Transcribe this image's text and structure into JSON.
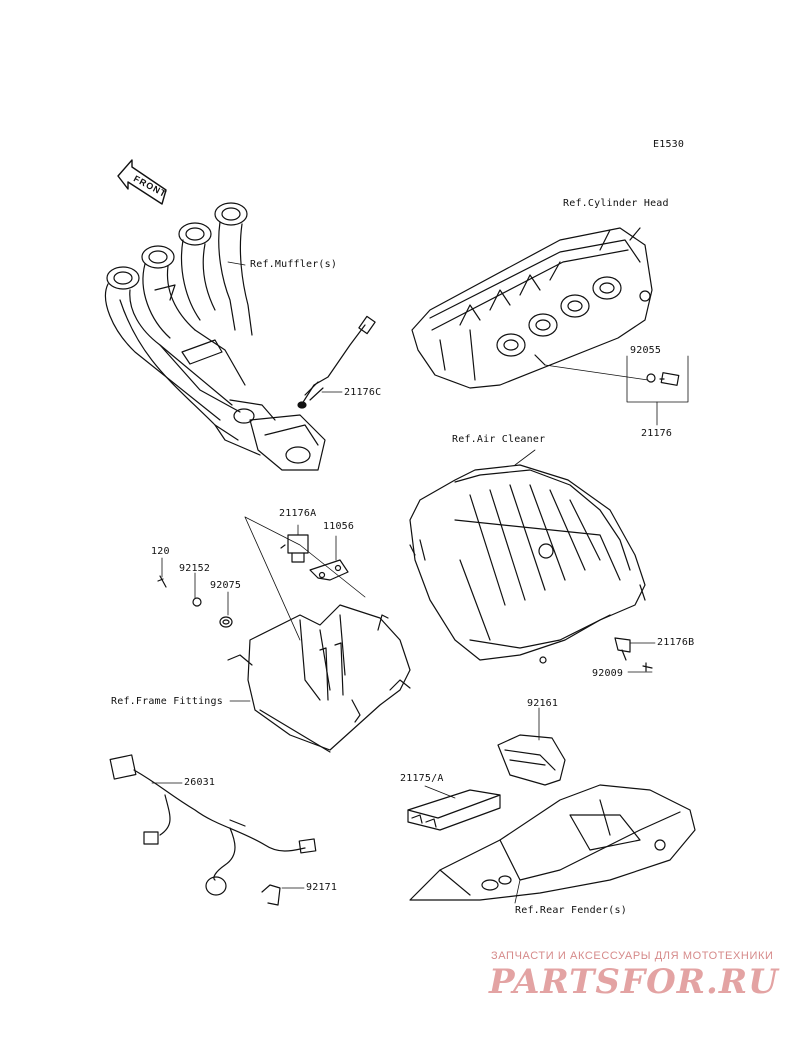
{
  "diagram_code": "E1530",
  "front_arrow_label": "FRONT",
  "refs": {
    "cylinder_head": "Ref.Cylinder Head",
    "muffler": "Ref.Muffler(s)",
    "air_cleaner": "Ref.Air Cleaner",
    "frame_fittings": "Ref.Frame Fittings",
    "rear_fender": "Ref.Rear Fender(s)"
  },
  "parts": {
    "p92055": "92055",
    "p21176": "21176",
    "p21176C": "21176C",
    "p21176A": "21176A",
    "p11056": "11056",
    "p120": "120",
    "p92152": "92152",
    "p92075": "92075",
    "p21176B": "21176B",
    "p92009": "92009",
    "p92161": "92161",
    "p21175A": "21175/A",
    "p26031": "26031",
    "p92171": "92171"
  },
  "watermark": {
    "tagline": "ЗАПЧАСТИ И АКСЕССУАРЫ ДЛЯ МОТОТЕХНИКИ",
    "logo": "PARTSFOR.RU"
  }
}
